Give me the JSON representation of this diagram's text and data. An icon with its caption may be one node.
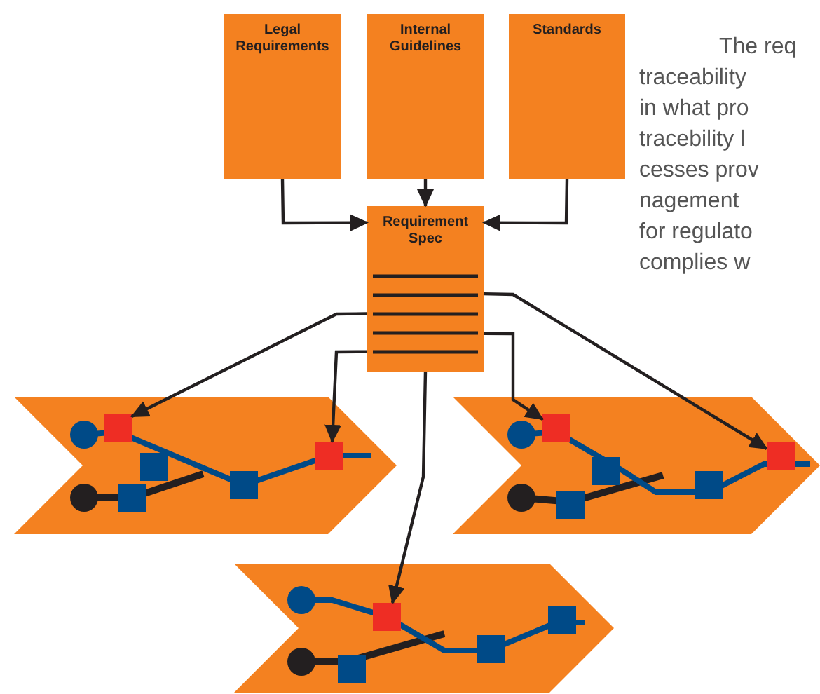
{
  "diagram": {
    "nodes": [
      {
        "text": [
          "Legal Requirements"
        ]
      },
      {
        "text": [
          "Internal Guidelines"
        ]
      },
      {
        "text": [
          "Standards"
        ]
      },
      {
        "text": [
          "Requirement Spec"
        ]
      },
      {
        "text": [],
        "shape": "chevron"
      },
      {
        "text": [],
        "shape": "chevron"
      },
      {
        "text": [],
        "shape": "chevron"
      },
      {
        "text": [],
        "in": 4,
        "shape": "box"
      },
      {
        "text": [],
        "in": 4,
        "shape": "box"
      },
      {
        "text": [],
        "in": 5,
        "shape": "box"
      },
      {
        "text": [],
        "in": 5,
        "shape": "box"
      },
      {
        "text": [],
        "in": 6,
        "shape": "box"
      }
    ],
    "edges": [
      {
        "from": 0,
        "to": 3,
        "arrow": "to"
      },
      {
        "from": 1,
        "to": 3,
        "arrow": "to"
      },
      {
        "from": 2,
        "to": 3,
        "arrow": "to"
      },
      {
        "from": 3,
        "to": 7,
        "arrow": "to"
      },
      {
        "from": 3,
        "to": 8,
        "arrow": "to"
      },
      {
        "from": 3,
        "to": 9,
        "arrow": "to"
      },
      {
        "from": 3,
        "to": 10,
        "arrow": "to"
      },
      {
        "from": 3,
        "to": 11,
        "arrow": "to"
      }
    ],
    "labels": [
      "The req",
      "traceability",
      "in what pro",
      "tracebility l",
      "cesses prov",
      "nagement",
      "for regulato",
      "complies w"
    ]
  }
}
